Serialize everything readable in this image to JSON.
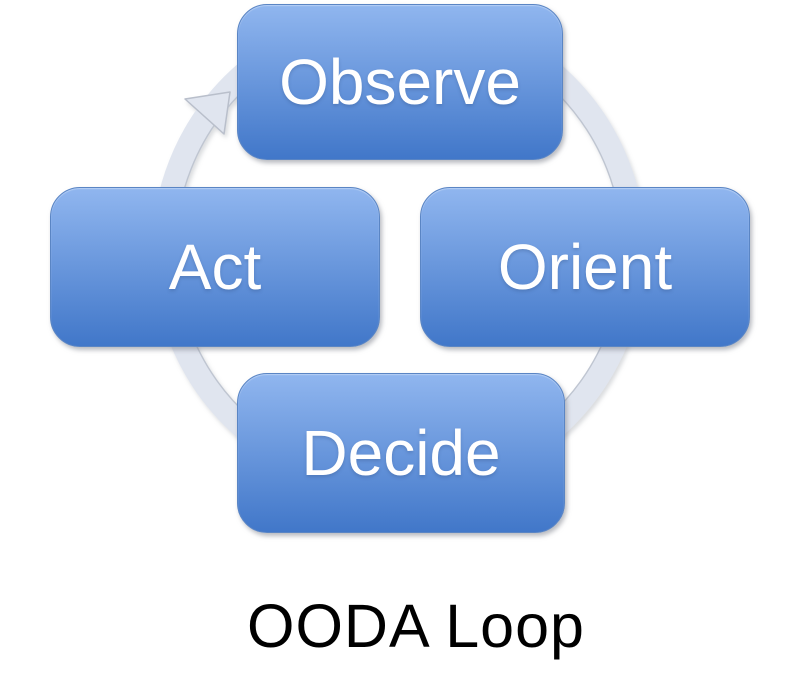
{
  "title": {
    "text": "OODA Loop"
  },
  "diagram": {
    "type": "cycle",
    "direction": "clockwise",
    "steps": [
      {
        "label": "Observe",
        "position": "top"
      },
      {
        "label": "Orient",
        "position": "right"
      },
      {
        "label": "Decide",
        "position": "bottom"
      },
      {
        "label": "Act",
        "position": "left"
      }
    ],
    "icons": [
      {
        "name": "cycle-arrow-icon",
        "description": "circular clockwise arrow ring behind boxes with arrowhead at upper-left"
      }
    ],
    "colors": {
      "box_gradient_top": "#90B6EF",
      "box_gradient_bottom": "#4177C9",
      "box_border": "#5A85C4",
      "box_text": "#FFFFFF",
      "ring_fill": "#E0E5EF",
      "ring_edge": "#B9BFCB",
      "title_text": "#000000",
      "background": "#FFFFFF"
    }
  }
}
